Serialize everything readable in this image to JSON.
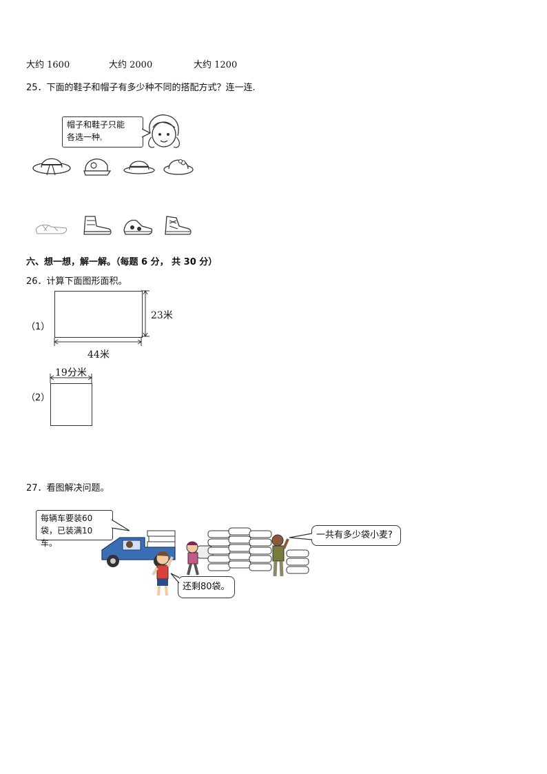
{
  "estimates": [
    "大约 1600",
    "大约 2000",
    "大约 1200"
  ],
  "q25": {
    "text": "25．下面的鞋子和帽子有多少种不同的搭配方式？连一连.",
    "bubble_line1": "帽子和鞋子只能",
    "bubble_line2": "各选一种",
    "bubble_tail": "。",
    "hats": [
      "wide-brim-ribbon-hat-icon",
      "cap-icon",
      "fedora-hat-icon",
      "flower-hat-icon"
    ],
    "shoes": [
      "sandal-icon",
      "boot-icon",
      "sneaker-icon",
      "high-top-sneaker-icon"
    ]
  },
  "section6": {
    "heading": "六、想一想，解一解。（每题 6 分， 共 30 分）"
  },
  "q26": {
    "text": "26．计算下面图形面积。",
    "fig1": {
      "label": "（1）",
      "height_label": "23米",
      "width_label": "44米"
    },
    "fig2": {
      "label": "（2）",
      "side_label": "19分米"
    }
  },
  "q27": {
    "text": "27．看图解决问题。",
    "bubble_truck_line1": "每辆车要装60",
    "bubble_truck_line2": "袋，已装满10车。",
    "bubble_remaining": "还剩80袋。",
    "bubble_question": "一共有多少袋小麦?"
  },
  "colors": {
    "truck": "#3a6fb5",
    "text": "#111111",
    "border": "#333333"
  }
}
